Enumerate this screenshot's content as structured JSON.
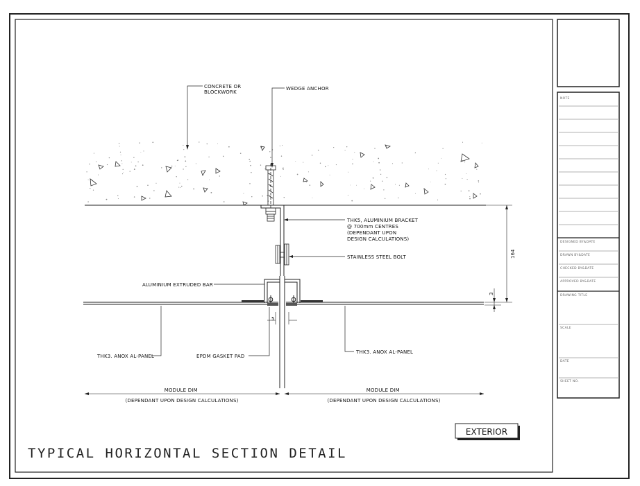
{
  "drawing": {
    "title": "TYPICAL HORIZONTAL SECTION DETAIL",
    "side_label": "EXTERIOR",
    "labels": {
      "concrete": [
        "CONCRETE OR",
        "BLOCKWORK"
      ],
      "wedge_anchor": "WEDGE ANCHOR",
      "bracket": [
        "THK5, ALUMINIUM BRACKET",
        "@ 700mm CENTRES",
        "(DEPENDANT UPON",
        "DESIGN CALCULATIONS)"
      ],
      "bolt": "STAINLESS STEEL BOLT",
      "extruded_bar": "ALUMINIUM EXTRUDED BAR",
      "panel_left": "THK3. ANOX AL-PANEL",
      "panel_right": "THK3. ANOX AL-PANEL",
      "gasket": "EPDM GASKET PAD",
      "module_left": [
        "MODULE DIM",
        "(DEPENDANT UPON DESIGN CALCULATIONS)"
      ],
      "module_right": [
        "MODULE DIM",
        "(DEPENDANT UPON DESIGN CALCULATIONS)"
      ]
    },
    "dimensions": {
      "depth": "164",
      "panel_offset": "3",
      "gap": "5"
    }
  },
  "title_block": {
    "note_label": "NOTE",
    "designed_by": "DESIGNED BY&DATE",
    "drawn_by": "DRAWN BY&DATE",
    "checked_by": "CHECKED BY&DATE",
    "approved_by": "APPROVED BY&DATE",
    "drawing_title": "DRAWING TITLE",
    "scale": "SCALE",
    "date": "DATE",
    "sheet_no": "SHEET NO."
  }
}
